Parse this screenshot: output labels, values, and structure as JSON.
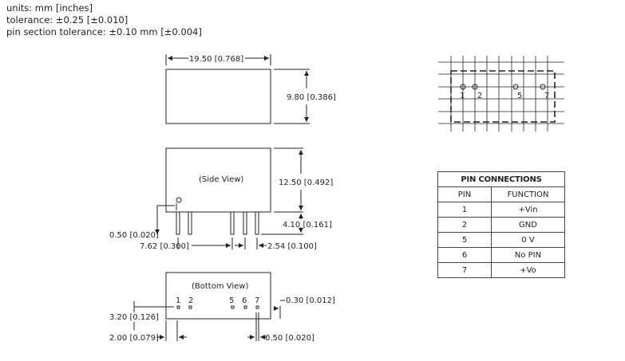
{
  "header": {
    "units": "units: mm [inches]",
    "tolerance": "tolerance: ±0.25 [±0.010]",
    "pin_tolerance": "pin section tolerance: ±0.10 mm [±0.004]"
  },
  "top_view": {
    "width_label": "19.50 [0.768]",
    "height_label": "9.80 [0.386]"
  },
  "side_view": {
    "title": "(Side View)",
    "height_label": "12.50 [0.492]",
    "pin_length_label": "4.10 [0.161]",
    "pin_width_label": "0.50 [0.020]",
    "pin_span_label": "7.62 [0.300]",
    "pin_pitch_label": "2.54 [0.100]"
  },
  "bottom_view": {
    "title": "(Bottom View)",
    "pin_numbers": [
      "1",
      "2",
      "5",
      "6",
      "7"
    ],
    "pin_thickness_label": "0.30 [0.012]",
    "edge_offset_label": "3.20 [0.126]",
    "pin_inset_label": "2.00 [0.079]",
    "pin_width_label": "0.50 [0.020]"
  },
  "footprint": {
    "pin_numbers": [
      "1",
      "2",
      "5",
      "7"
    ]
  },
  "pin_table": {
    "title": "PIN CONNECTIONS",
    "headers": [
      "PIN",
      "FUNCTION"
    ],
    "rows": [
      {
        "pin": "1",
        "function": "+Vin"
      },
      {
        "pin": "2",
        "function": "GND"
      },
      {
        "pin": "5",
        "function": "0 V"
      },
      {
        "pin": "6",
        "function": "No PIN"
      },
      {
        "pin": "7",
        "function": "+Vo"
      }
    ]
  }
}
